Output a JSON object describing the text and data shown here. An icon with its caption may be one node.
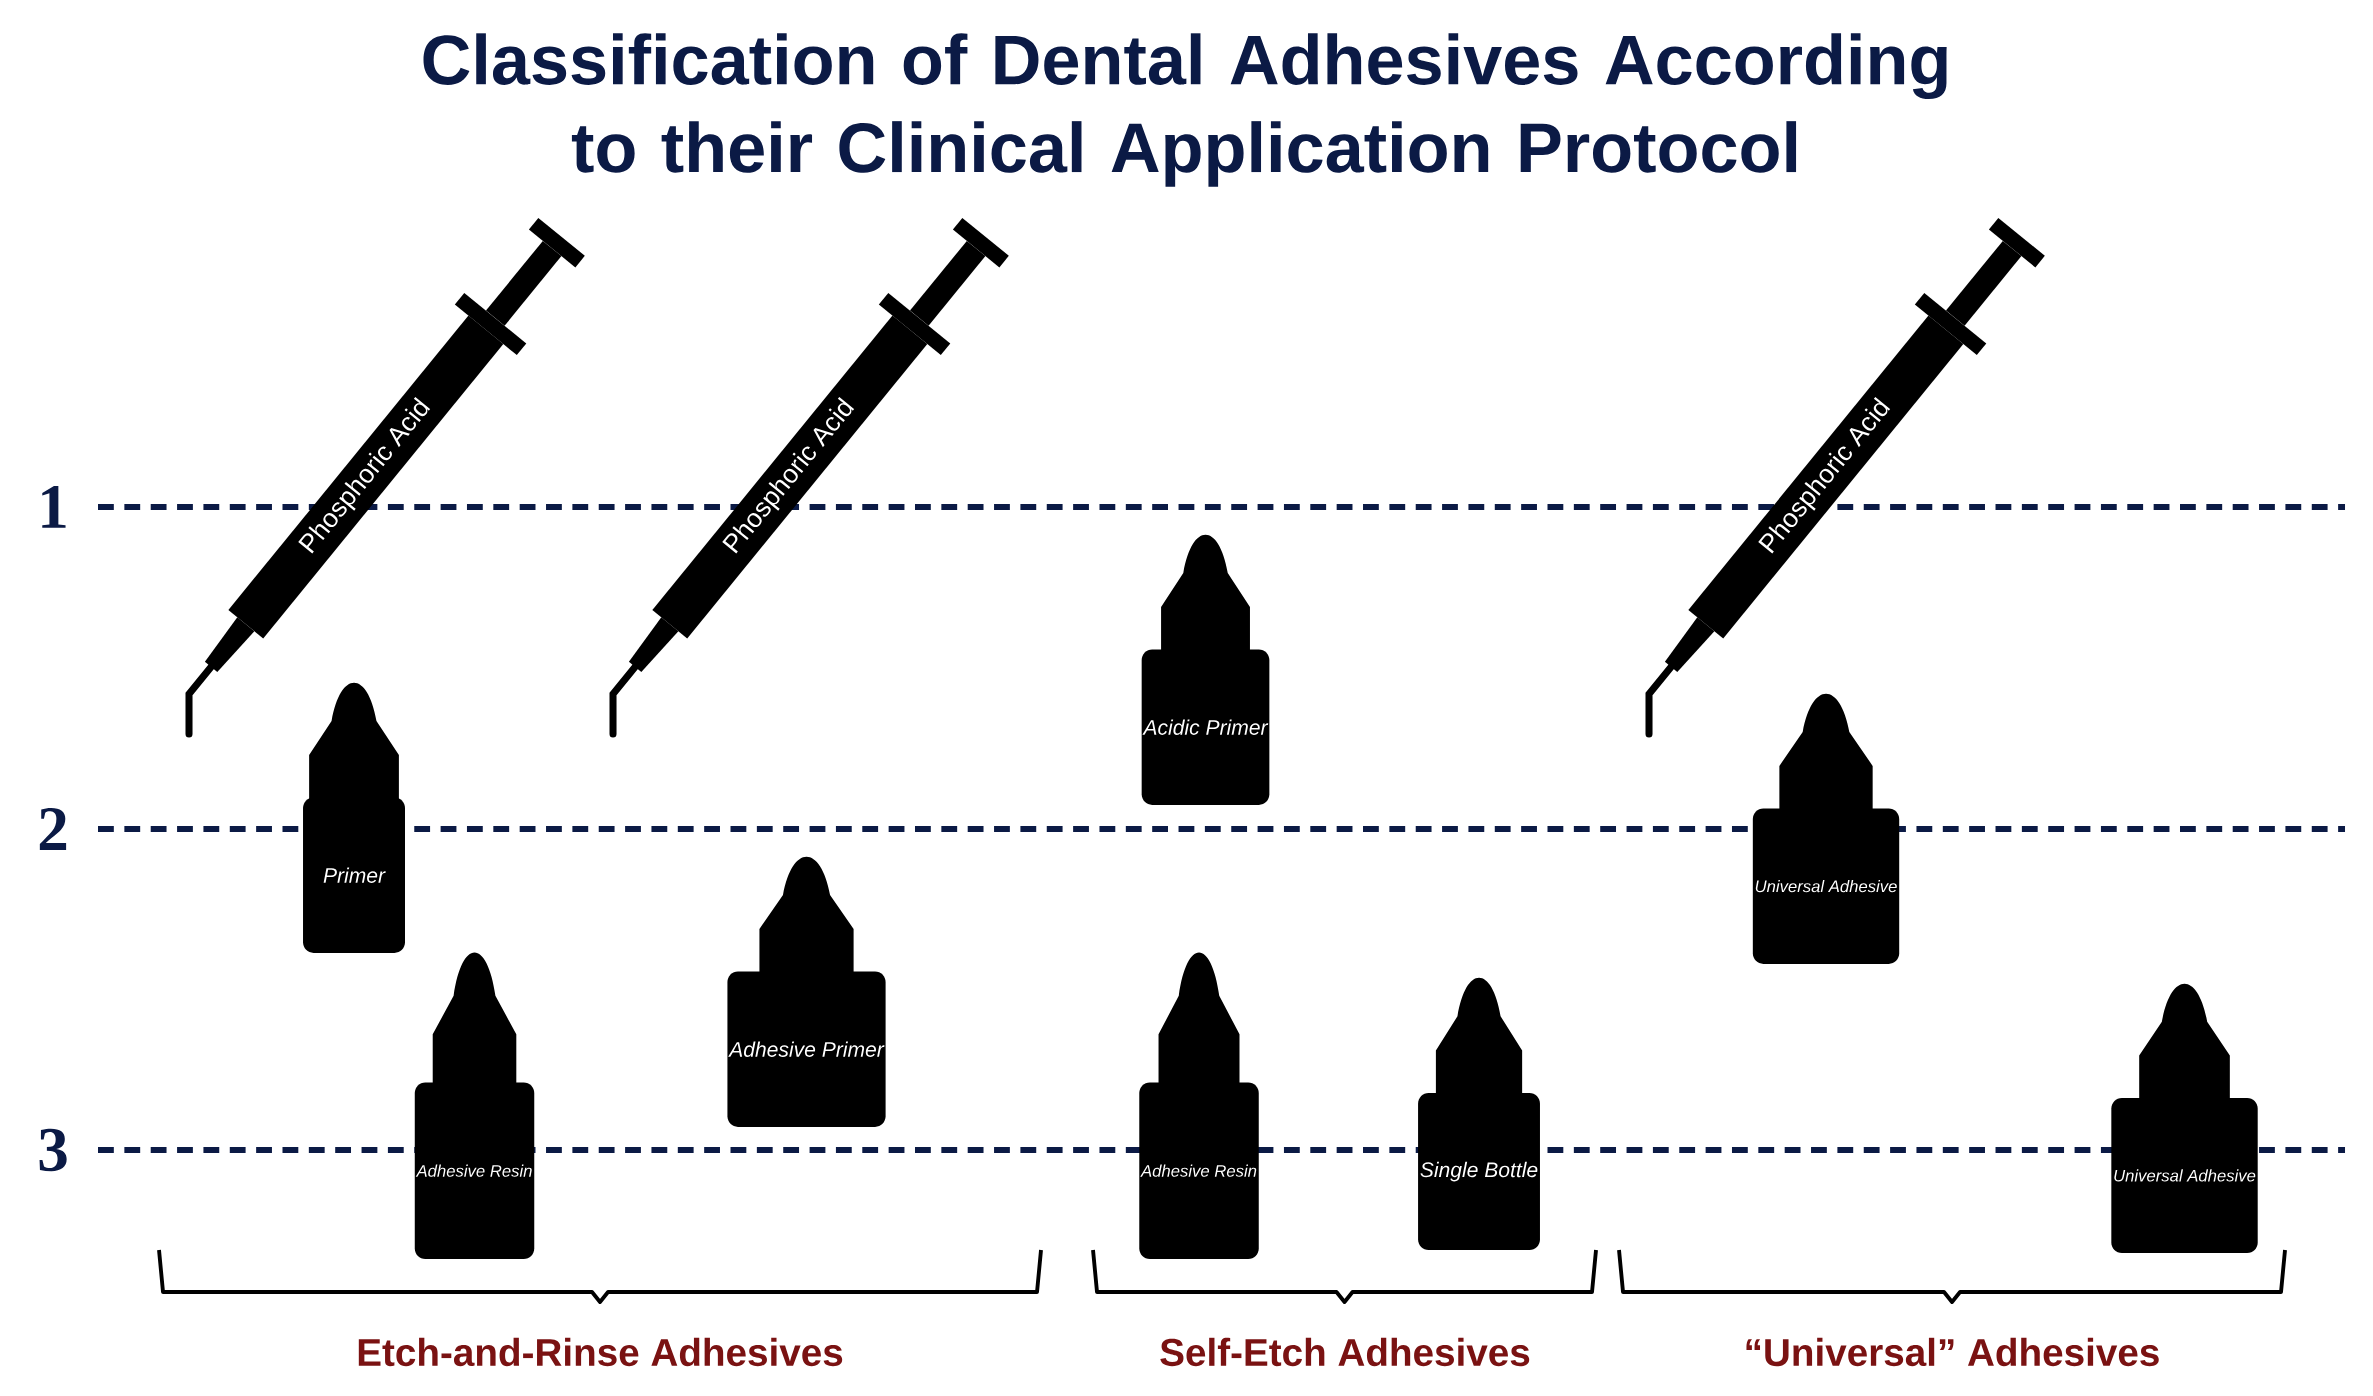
{
  "diagram": {
    "title": "Classification of Dental Adhesives According to their Clinical Application Protocol",
    "nodes": [
      {
        "text": [
          "Phosphoric Acid"
        ]
      },
      {
        "text": [
          "Primer"
        ]
      },
      {
        "text": [
          "Adhesive Resin"
        ]
      },
      {
        "text": [
          "Phosphoric Acid"
        ]
      },
      {
        "text": [
          "Adhesive Primer"
        ]
      },
      {
        "text": [
          "Acidic Primer"
        ]
      },
      {
        "text": [
          "Adhesive Resin"
        ]
      },
      {
        "text": [
          "Single Bottle"
        ]
      },
      {
        "text": [
          "Phosphoric Acid"
        ]
      },
      {
        "text": [
          "Universal Adhesive"
        ]
      },
      {
        "text": [
          "Universal Adhesive"
        ]
      }
    ],
    "labels": [
      "1",
      "2",
      "3",
      "Etch-and-Rinse Adhesives",
      "Self-Etch Adhesives",
      "“Universal” Adhesives"
    ]
  }
}
